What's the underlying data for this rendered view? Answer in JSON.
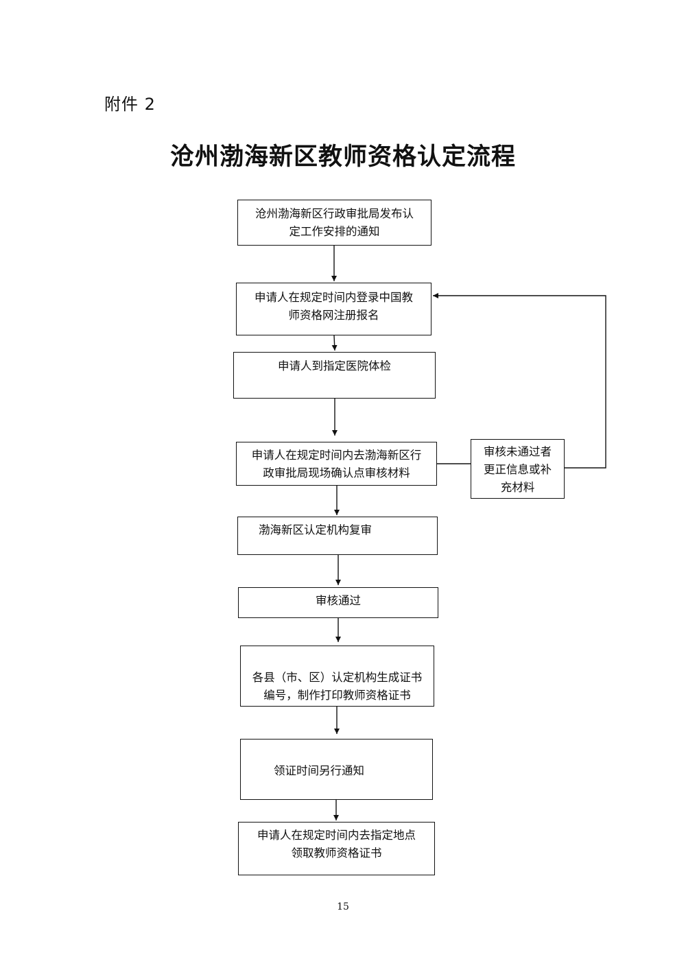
{
  "header": {
    "attachment": "附件 2"
  },
  "title": "沧州渤海新区教师资格认定流程",
  "steps": [
    {
      "lines": [
        "沧州渤海新区行政审批局发布认",
        "定工作安排的通知"
      ]
    },
    {
      "lines": [
        "申请人在规定时间内登录中国教",
        "师资格网注册报名"
      ]
    },
    {
      "lines": [
        "申请人到指定医院体检"
      ]
    },
    {
      "lines": [
        "申请人在规定时间内去渤海新区行",
        "政审批局现场确认点审核材料"
      ]
    },
    {
      "lines": [
        "渤海新区认定机构复审"
      ]
    },
    {
      "lines": [
        "审核通过"
      ]
    },
    {
      "lines": [
        "各县（市、区）认定机构生成证书",
        "编号，制作打印教师资格证书"
      ]
    },
    {
      "lines": [
        "领证时间另行通知"
      ]
    },
    {
      "lines": [
        "申请人在规定时间内去指定地点",
        "领取教师资格证书"
      ]
    }
  ],
  "side_box": {
    "lines": [
      "审核未通过者",
      "更正信息或补",
      "充材料"
    ]
  },
  "page_number": "15"
}
